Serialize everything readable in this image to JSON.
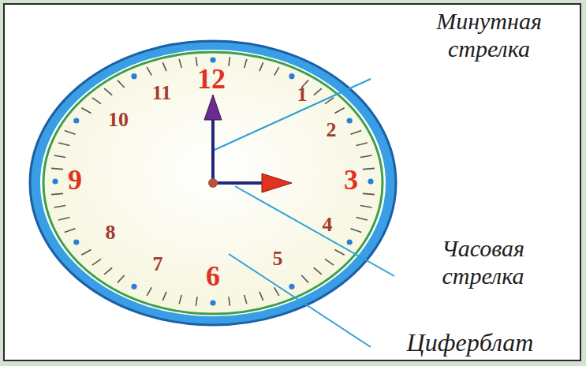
{
  "diagram": {
    "labels": [
      "12",
      "1",
      "2",
      "3",
      "4",
      "5",
      "6",
      "7",
      "8",
      "9",
      "10",
      "11",
      "Минутная стрелка",
      "Часовая стрелка",
      "Циферблат"
    ]
  }
}
